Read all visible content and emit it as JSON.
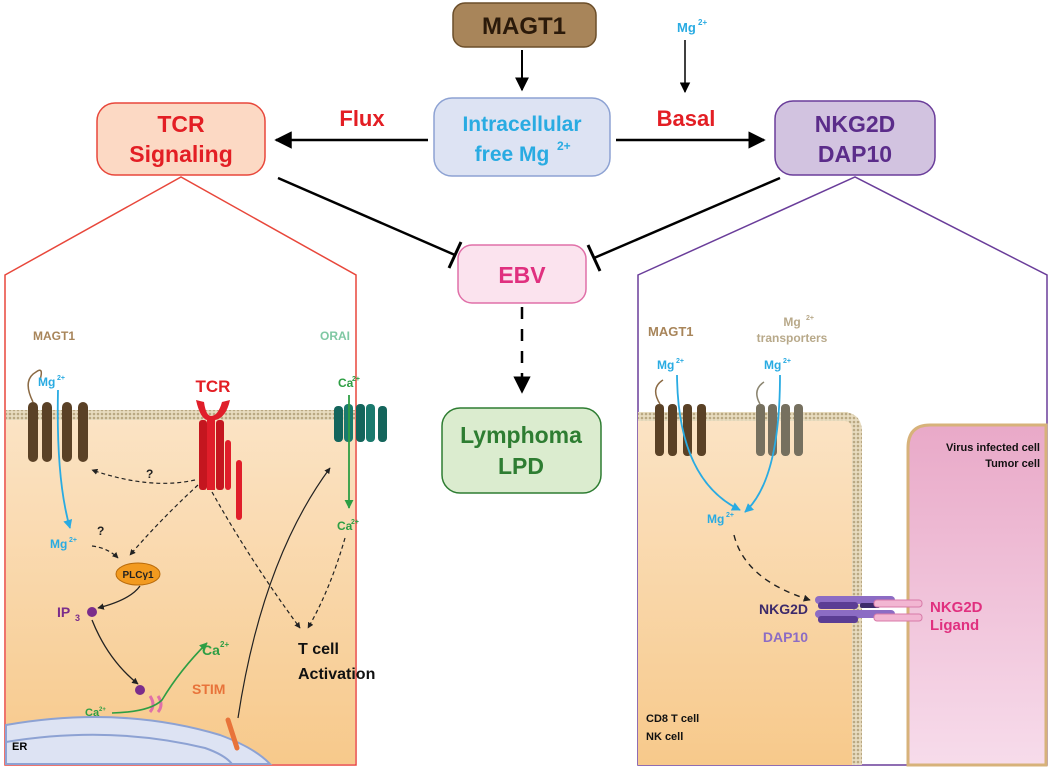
{
  "nodes": {
    "magt1": "MAGT1",
    "mg_top": "Mg",
    "mg_top_sup": "2+",
    "intracellular_line1": "Intracellular",
    "intracellular_line2": "free Mg",
    "intracellular_sup": "2+",
    "tcr_line1": "TCR",
    "tcr_line2": "Signaling",
    "nkg2d_line1": "NKG2D",
    "nkg2d_line2": "DAP10",
    "ebv": "EBV",
    "lymphoma_line1": "Lymphoma",
    "lymphoma_line2": "LPD"
  },
  "edge_labels": {
    "flux": "Flux",
    "basal": "Basal"
  },
  "left_panel": {
    "magt1": "MAGT1",
    "orai": "ORAI",
    "tcr": "TCR",
    "mg": "Mg",
    "mg_sup": "2+",
    "ca": "Ca",
    "ca_sup": "2+",
    "question": "?",
    "plc": "PLCγ1",
    "ip": "IP",
    "ip_sub": "3",
    "stim": "STIM",
    "er": "ER",
    "t_cell_line1": "T cell",
    "t_cell_line2": "Activation"
  },
  "right_panel": {
    "magt1": "MAGT1",
    "transporters_mg": "Mg",
    "transporters_sup": "2+",
    "transporters": "transporters",
    "mg": "Mg",
    "mg_sup": "2+",
    "nkg2d": "NKG2D",
    "dap10": "DAP10",
    "ligand_line1": "NKG2D",
    "ligand_line2": "Ligand",
    "virus_line1": "Virus infected cell",
    "virus_line2": "Tumor cell",
    "cd8_line1": "CD8 T cell",
    "cd8_line2": "NK cell"
  },
  "colors": {
    "magt1_fill": "#a8855a",
    "mg_blue": "#29abe2",
    "red_label": "#e31e24",
    "tcr_box_fill": "#fcd9c4",
    "tcr_box_stroke": "#e8473b",
    "intracellular_fill": "#dde3f3",
    "nkg2d_fill": "#d2c3e0",
    "nkg2d_stroke": "#6a3d9a",
    "ebv_fill": "#fbe3ee",
    "ebv_text": "#e0307f",
    "lymphoma_fill": "#dbeccf",
    "lymphoma_text": "#2e7d32",
    "ca_green": "#2e9e44",
    "orai_text": "#7fc8a3",
    "cell_fill": "#f9d9a8",
    "pink_cell_fill": "#efc0d7"
  }
}
